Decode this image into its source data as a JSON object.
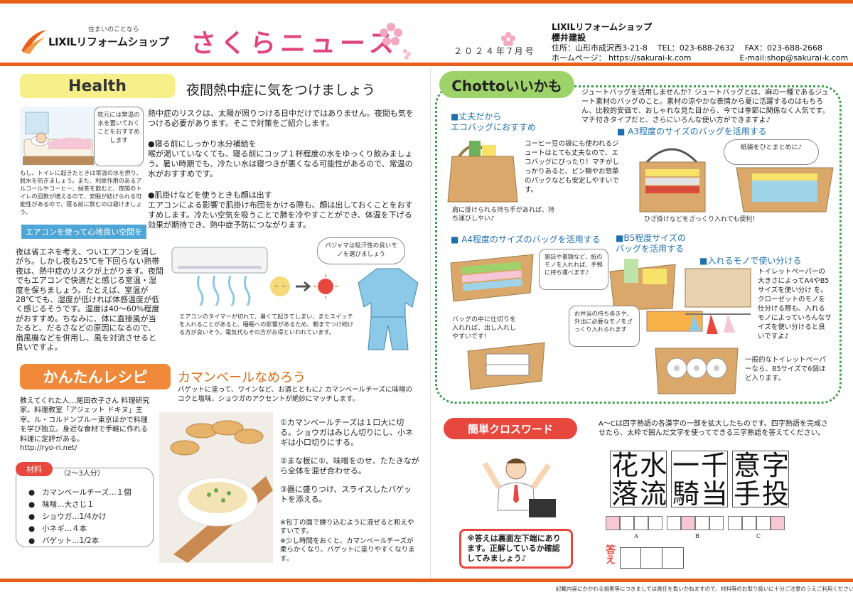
{
  "header": {
    "logo_tagline": "住まいのことなら",
    "logo_name": "LIXILリフォームショップ",
    "newsletter_title": "さくらニュース",
    "issue_date": "２０２４年7月号",
    "company_line1": "LIXILリフォームショップ",
    "company_line2": "櫻井建設",
    "address": "住所：山形市成沢西3-21-8",
    "tel": "TEL：023-688-2632",
    "fax": "FAX：023-688-2668",
    "homepage": "ホームページ：  https://sakurai-k.com",
    "email": "E-mail:shop@sakurai-k.com"
  },
  "health": {
    "label": "Health",
    "title": "夜間熱中症に気をつけましょう",
    "pillow_bubble": "枕元には常温の水を置いておくことをおすすめします",
    "caption_left": "もし、トイレに起きたときは常温の水を摂り、脱水を防ぎましょう。また、利尿作用のあるアルコールやコーヒー、緑茶を飲むと、夜間のトイレの回数が増えるので、安眠が妨げられる可能性があるので、寝る前に飲むのは避けましょう。",
    "intro": "熱中症のリスクは、太陽が照りつける日中だけではありません。夜間も気をつける必要があります。そこで対策をご紹介します。",
    "point1_head": "●寝る前にしっかり水分補給を",
    "point1_body": "喉が渇いていなくても、寝る前にコップ１杯程度の水をゆっくり飲みましょう。暑い時期でも、冷たい水は寝つきが悪くなる可能性があるので、常温の水がおすすめです。",
    "point2_head": "●肌掛けなどを使うときも顔は出す",
    "point2_body": "エアコンによる影響で肌掛け布団をかける際も、顔は出しておくことをおすすめします。冷たい空気を吸うことで肺を冷やすことができ、体温を下げる効果が期待でき、熱中症予防につながります。",
    "aircon_tag": "エアコンを使って心地良い空間を",
    "aircon_body": "夜は省エネを考え、ついエアコンを消しがち。しかし夜も25℃を下回らない熱帯夜は、熱中症のリスクが上がります。夜間でもエアコンで快適だと感じる室温・湿度を保ちましょう。たとえば、室温が28℃でも、湿度が低ければ体感温度が低く感じるそうです。湿度は40～60%程度がおすすめ。ちなみに、体に直接風が当たると、だるさなどの原因になるので、扇風機などを併用し、風を対流させると良いですよ。",
    "pajama_bubble": "パジャマは吸汗性の良いモノを選びましょう",
    "aircon_caption": "エアコンのタイマーが切れて、暑くて起きてしまい、またスイッチを入れることがあると、睡眠への影響があるため、朝までつけ続ける方が良いそう。電気代もその方がお得といわれています。"
  },
  "chotto": {
    "label": "Chottoいいかも",
    "intro": "ジュートバッグを活用しませんか？ジュートバッグとは、麻の一種であるジュート素材のバッグのこと。素材の涼やかな表情から夏に活躍するのはもちろん、比較的安価で、おしゃれな見た目から、今では季節に関係なく人気です。マチ付きタイプだと、さらにいろんな使い方ができますよ♪",
    "s1_head1": "■丈夫だから",
    "s1_head2": "エコバッグにおすすめ",
    "s1_text": "コーヒー豆の袋にも使われるジュートはとても丈夫なので、エコバッグにぴったり！マチがしっかりあると、ピン類やお惣菜のパックなども安定しやすいです。",
    "s1_caption": "肩に掛けられる持ち手があれば、持ち運びしやい♪",
    "s2_head": "■ A3程度のサイズのバッグを活用する",
    "s2_bubble": "紙袋をひとまとめに♪",
    "s2_caption": "ひざ掛けなどをざっくり入れても便利！",
    "s3_head": "■ A4程度のサイズのバッグを活用する",
    "s3_bubble": "雑誌や書類など、紙のモノを入れれば、手軽に持ち運べます♪",
    "s3_caption": "バッグの中に仕切りを入れれば、出し入れしやすいです！",
    "s4_head1": "■B5程度サイズの",
    "s4_head2": "バッグを活用する",
    "s4_bubble": "お弁当の持ち歩きや、外出に必要なモノをざっくり入れられます",
    "s5_head": "■入れるモノで使い分ける",
    "s5_text": "トイレットペーパーの大きさによってA4やB5サイズを使い分け を。クローゼットのモノを仕分ける際も、入れるモノによっていろんなサイズを使い分けると良いですよ♪",
    "s5_caption": "一般的なトイレットペーパーなら、B5サイズで6個ほど入ります。"
  },
  "recipe": {
    "label": "かんたんレシピ",
    "title": "カマンベールなめろう",
    "intro": "バゲットに塗って、ワインなど、お酒とともに♪ カマンベールチーズに味噌のコクと塩味、ショウガのアクセントが絶妙にマッチします。",
    "teacher": "教えてくれた人…尾田衣子さん 料理研究家。料理教室「アジェット ドキヌ」主宰。ル・コルドンブルー東京ほかで料理を学び独立。身近な食材で手軽に作れる料理に定評がある。",
    "url": "http://ryo-ri.net/",
    "materials_tag": "材料",
    "servings": "（2～3人分）",
    "ingredients": [
      "カマンベールチーズ…１個",
      "味噌…大さじ１",
      "ショウガ…1/4かけ",
      "小ネギ…４本",
      "バゲット…1/2本"
    ],
    "steps": [
      "①カマンベールチーズは１口大に切る。ショウガはみじん切りにし、小ネギは小口切りにする。",
      "②まな板に①、味噌をのせ、たたきながら全体を混ぜ合わせる。",
      "③器に盛りつけ、スライスしたバゲットを添える。"
    ],
    "notes": [
      "※包丁の面で練り込むように混ぜると和えやすいです。",
      "※少し時間をおくと、カマンベールチーズが柔らかくなり、バゲットに塗りやすくなります。"
    ]
  },
  "crossword": {
    "label": "簡単クロスワード",
    "desc": "A～Cは四字熟語の各漢字の一部を拡大したものです。四字熟語を完成させたら、太枠で囲んだ文字を使ってできる三字熟語を答えてください。",
    "answer_note": "※答えは裏面左下端にあります。正解しているか確認してみましょう♪",
    "grid_a": [
      "花",
      "水",
      "落",
      "流"
    ],
    "grid_b": [
      "一",
      "千",
      "騎",
      "当"
    ],
    "grid_c": [
      "意",
      "字",
      "手",
      "投"
    ],
    "labels": [
      "A",
      "B",
      "C"
    ],
    "answer_label": "答え"
  },
  "footer": {
    "note": "記載内容にかかわる損害等につきましては責任を負いかねますので、材料等のお取り扱いに十分ご注意のうえご利用ください。"
  }
}
